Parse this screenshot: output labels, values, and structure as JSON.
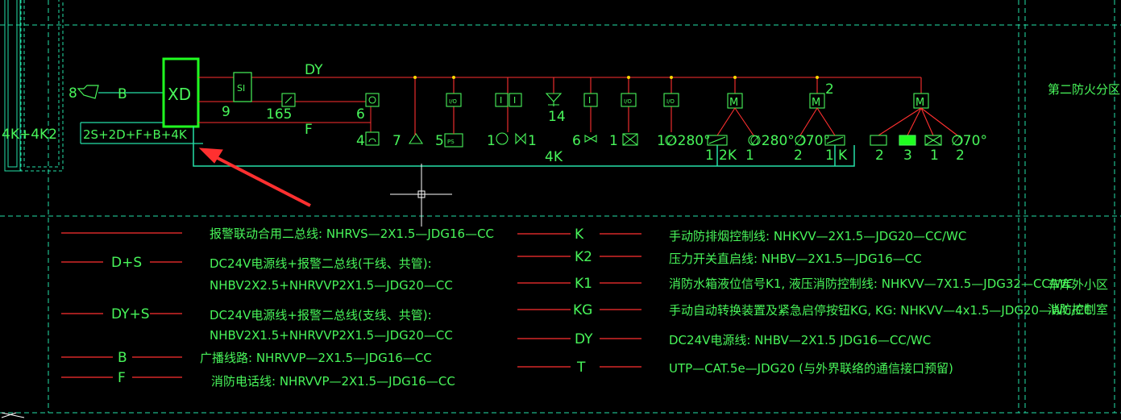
{
  "colors": {
    "background": "#000000",
    "text": "#48f55a",
    "cyan": "#25e0a8",
    "red": "#ff3030",
    "bright_green": "#20ff20",
    "yellow": "#ffd800"
  },
  "riser": {
    "xd": "XD",
    "si": "SI",
    "dy": "DY",
    "f": "F",
    "b": "B",
    "k4": "4K",
    "n8": "8",
    "n9": "9",
    "n165": "165",
    "n6": "6",
    "n4": "4",
    "n7": "7",
    "n5": "5",
    "n1a": "1",
    "n1b": "1",
    "n14": "14",
    "n6b": "6",
    "n1c": "1",
    "n1d": "1∅280°",
    "n1e": "1",
    "k2": "2K",
    "n1f": "1",
    "d280": "∅280°",
    "n2a": "2",
    "d70a": "∅70°",
    "n1g": "1",
    "k1": "K",
    "n2top": "2",
    "n2b": "2",
    "n3": "3",
    "n1h": "1",
    "d70b": "∅70°",
    "n2c": "2",
    "left_label": "4K+4K2",
    "bus_label": "2S+2D+F+B+4K",
    "m": "M",
    "ps": "PS",
    "io": "I/O",
    "i": "I"
  },
  "zones": {
    "right_top": "第二防火分区",
    "right_mid1": "车库外小区",
    "right_mid2": "消防控制室"
  },
  "legend_left": [
    {
      "code": "",
      "text": "报警联动合用二总线: NHRVS—2X1.5—JDG16—CC"
    },
    {
      "code": "D+S",
      "text": "DC24V电源线+报警二总线(干线、共管):",
      "text2": "NHBV2X2.5+NHRVVP2X1.5—JDG20—CC"
    },
    {
      "code": "DY+S",
      "text": "DC24V电源线+报警二总线(支线、共管):",
      "text2": "NHBV2X1.5+NHRVVP2X1.5—JDG20—CC"
    },
    {
      "code": "B",
      "text": "广播线路: NHRVVP—2X1.5—JDG16—CC"
    },
    {
      "code": "F",
      "text": "消防电话线: NHRVVP—2X1.5—JDG16—CC"
    }
  ],
  "legend_right": [
    {
      "code": "K",
      "text": "手动防排烟控制线: NHKVV—2X1.5—JDG20—CC/WC"
    },
    {
      "code": "K2",
      "text": "压力开关直启线: NHBV—2X1.5—JDG16—CC"
    },
    {
      "code": "K1",
      "text": "消防水箱液位信号K1, 液压消防控制线: NHKVV—7X1.5—JDG32—CC/WC"
    },
    {
      "code": "KG",
      "text": "手动自动转换装置及紧急启停按钮KG, KG: NHKVV—4x1.5—JDG20—WC/CC"
    },
    {
      "code": "DY",
      "text": "DC24V电源线: NHBV—2X1.5  JDG16—CC/WC"
    },
    {
      "code": "T",
      "text": "UTP—CAT.5e—JDG20 (与外界联络的通信接口预留)"
    }
  ]
}
